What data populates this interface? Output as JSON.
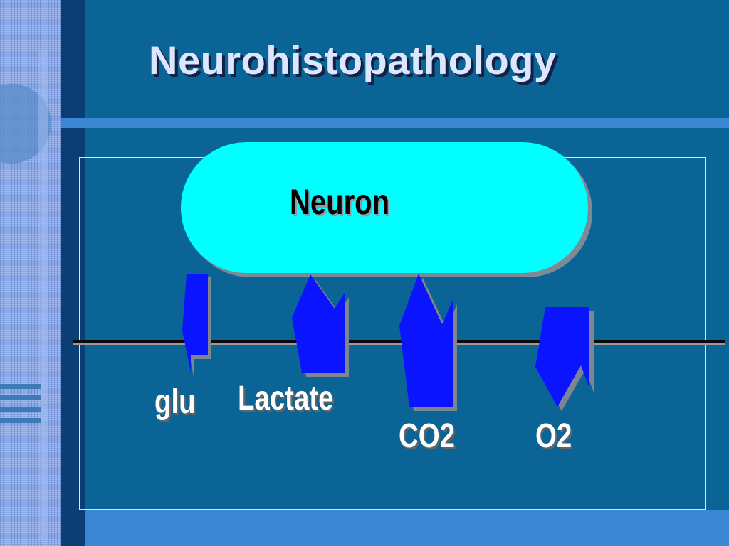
{
  "slide": {
    "title": "Neurohistopathology"
  },
  "diagram": {
    "cell_label": "Neuron",
    "molecules": [
      {
        "label": "glu",
        "direction": "into neuron"
      },
      {
        "label": "Lactate",
        "direction": "out of neuron"
      },
      {
        "label": "CO2",
        "direction": "out of neuron"
      },
      {
        "label": "O2",
        "direction": "into neuron"
      }
    ]
  },
  "colors": {
    "background": "#0a6496",
    "neuron_fill": "#00ffff",
    "arrow_fill": "#0a14ff",
    "accent_bar": "#3a86d2",
    "title_text": "#dde6ff"
  }
}
